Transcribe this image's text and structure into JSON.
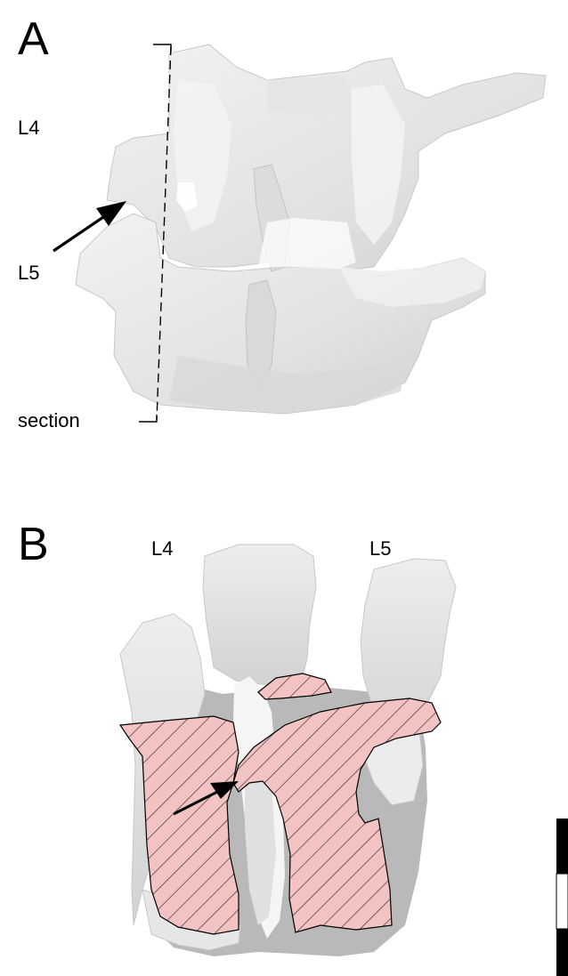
{
  "panel_a": {
    "letter": "A",
    "labels": {
      "upper": "L4",
      "lower": "L5",
      "section": "section"
    }
  },
  "panel_b": {
    "letter": "B",
    "labels": {
      "left": "L4",
      "right": "L5"
    }
  },
  "colors": {
    "bone_light": "#e9e9e9",
    "bone_mid": "#d6d6d6",
    "bone_shadow": "#b8b8b8",
    "section_fill": "#f3c3c3",
    "hatch": "#3a2a2a",
    "ink": "#000000"
  }
}
